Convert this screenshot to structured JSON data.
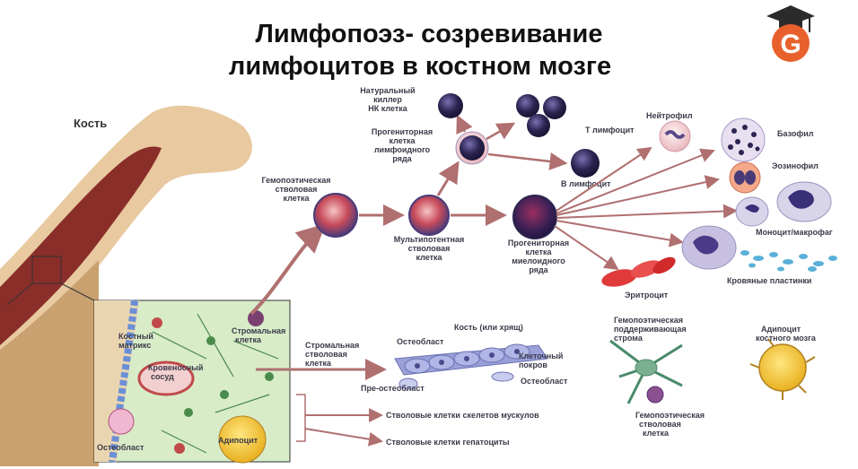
{
  "title": {
    "line1": "Лимфопоэз- созревивание",
    "line2": "лимфоцитов в костном мозге"
  },
  "logo": {
    "letter": "G",
    "icon": "graduation-cap-icon",
    "color": "#e8612c"
  },
  "colors": {
    "bone": "#8a2e2a",
    "arrow": "#b07070",
    "cell_dark": "#2a2450",
    "erythrocyte": "#e03a3a"
  },
  "labels": {
    "bone": "Кость",
    "hsc": [
      "Гемопоэтическая",
      "стволовая",
      "клетка"
    ],
    "multipotent": [
      "Мультипотентная",
      "стволовая",
      "клетка"
    ],
    "lymphoid_progenitor": [
      "Прогениторная",
      "клетка",
      "лимфоидного",
      "ряда"
    ],
    "myeloid_progenitor": [
      "Прогениторная",
      "клетка",
      "миелоидного",
      "ряда"
    ],
    "nk_cell": [
      "Натуральный",
      "киллер",
      "НК клетка"
    ],
    "t_cell": "Т лимфоцит",
    "b_cell": "В лимфоцит",
    "neutrophil": "Нейтрофил",
    "basophil": "Базофил",
    "eosinophil": "Эозинофил",
    "monocyte": "Моноцит/макрофаг",
    "platelets": "Кровяные пластинки",
    "erythrocyte": "Эритроцит",
    "bone_matrix": [
      "Костный",
      "матрикс"
    ],
    "venous_sinus": [
      "Кровеносный",
      "сосуд"
    ],
    "stromal_cell_inset": [
      "Стромальная",
      "клетка"
    ],
    "osteoblast_inset": "Остеобласт",
    "adipocyte_inset": "Адипоцит",
    "stromal_cell": [
      "Стромальная",
      "стволовая",
      "клетка"
    ],
    "bone_cartilage": "Кость (или хрящ)",
    "osteoblast": "Остеобласт",
    "lining_cell": [
      "Клеточный",
      "покров"
    ],
    "osteoblast2": "Остеобласт",
    "pre_osteoblast": "Пре-остеобласт",
    "hema_stroma": [
      "Гемопоэтическая",
      "поддерживающая",
      "строма"
    ],
    "adipocyte": [
      "Адипоцит",
      "костного мозга"
    ],
    "hsc2": [
      "Гемопоэтическая",
      "стволовая",
      "клетка"
    ],
    "stem_muscle": "Стволовые клетки скелетов мускулов",
    "stem_hepato": "Стволовые клетки гепатоциты"
  }
}
